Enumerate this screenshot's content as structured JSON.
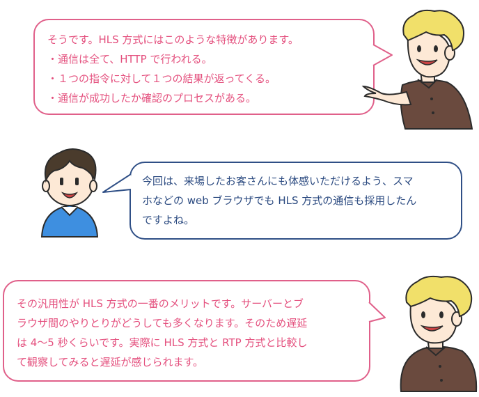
{
  "dialogues": [
    {
      "speaker": "blonde-man",
      "lines": [
        "そうです。HLS 方式にはこのような特徴があります。",
        "・通信は全て、HTTP で行われる。",
        "・１つの指令に対して１つの結果が返ってくる。",
        "・通信が成功したか確認のプロセスがある。"
      ]
    },
    {
      "speaker": "boy",
      "lines": [
        "今回は、来場したお客さんにも体感いただけるよう、スマ",
        "ホなどの web ブラウザでも HLS 方式の通信も採用したん",
        "ですよね。"
      ]
    },
    {
      "speaker": "blonde-man",
      "lines": [
        "その汎用性が HLS 方式の一番のメリットです。サーバーとブ",
        "ラウザ間のやりとりがどうしても多くなります。そのため遅延",
        "は 4〜5 秒くらいです。実際に HLS 方式と RTP 方式と比較し",
        "て観察してみると遅延が感じられます。"
      ]
    }
  ],
  "colors": {
    "pink": "#e4507e",
    "navy": "#2b4a80",
    "blonde_hair": "#f1e06a",
    "brown_shirt": "#6a4a3e",
    "blue_shirt": "#3e8fe0",
    "dark_hair": "#4a3b2c"
  }
}
